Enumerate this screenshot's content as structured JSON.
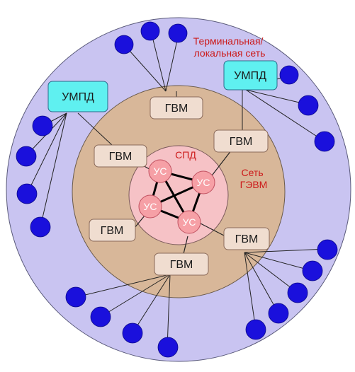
{
  "labels": {
    "terminal_network": [
      "Терминальная/",
      "локальная сеть"
    ],
    "spd": "СПД",
    "evm_network": [
      "Сеть",
      "ГЭВМ"
    ],
    "umpd": "УМПД",
    "gvm": "ГВМ",
    "us": "УС"
  },
  "colors": {
    "outer_ring": "#c9c4f1",
    "middle_ring": "#d8b799",
    "inner_ring": "#f6c2c6",
    "us_node": "#f6a0a6",
    "gvm_box": "#f0ddd0",
    "umpd_box": "#5ff0f0",
    "terminal": "#1a10dc",
    "label_red": "#cc1a1a"
  }
}
